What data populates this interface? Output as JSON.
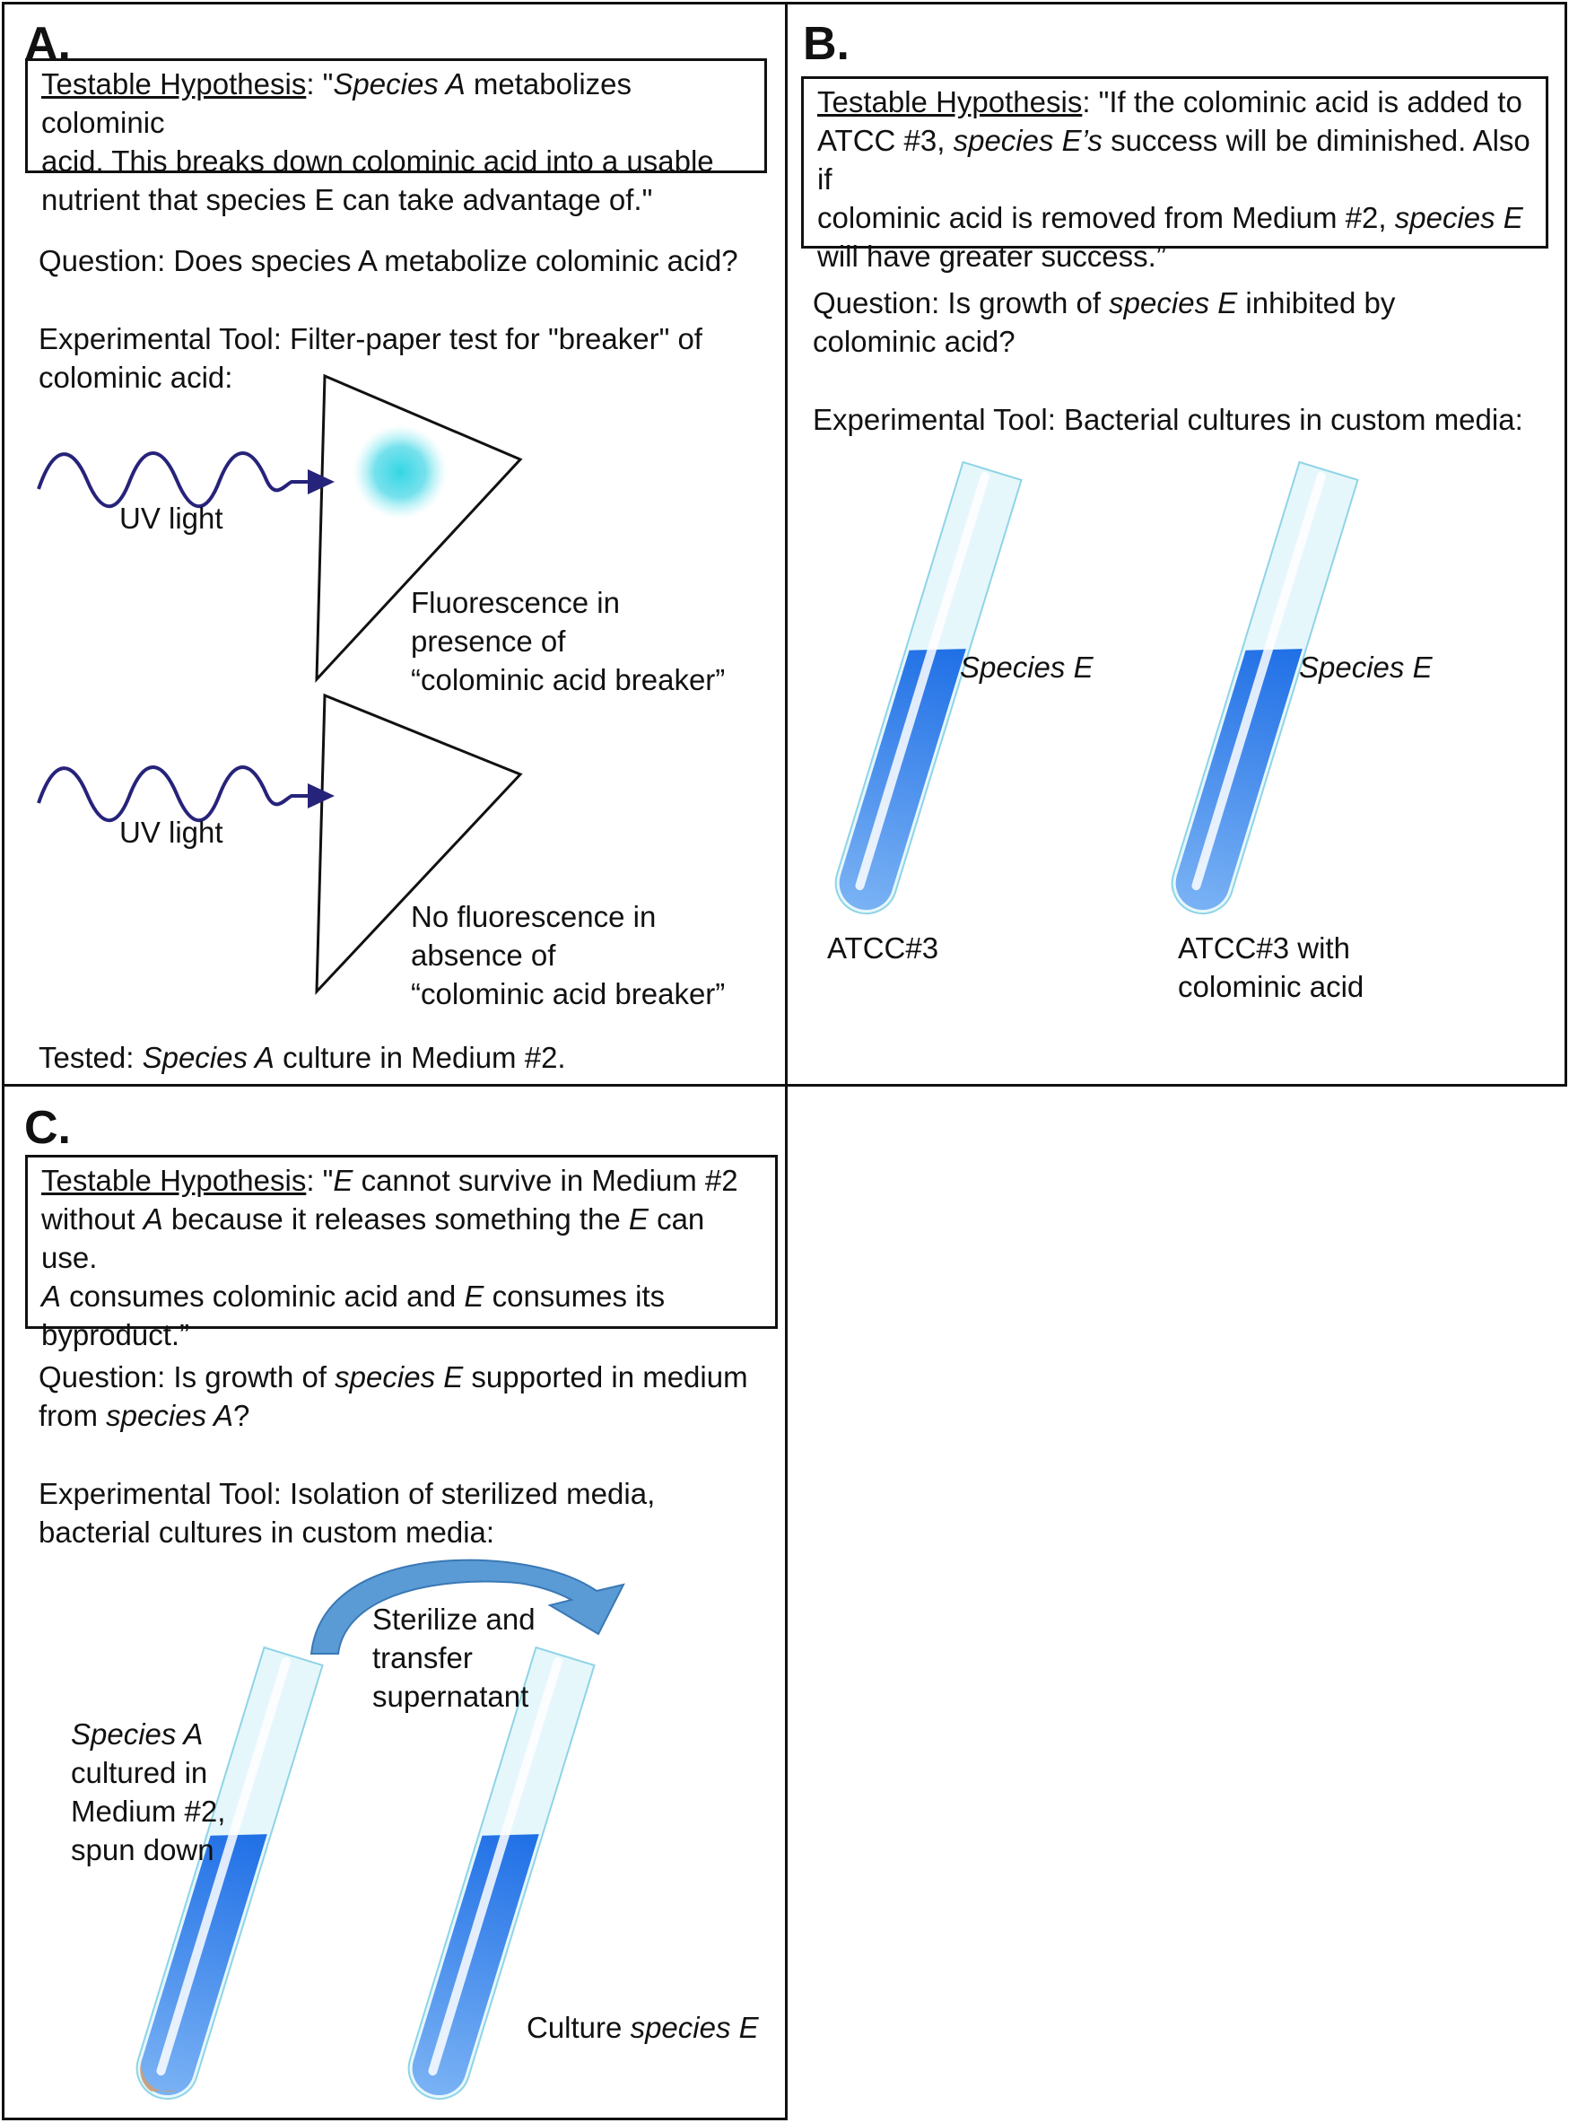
{
  "panel_a": {
    "label": "A.",
    "hypothesis_title": "Testable Hypothesis",
    "hypothesis_l1": ": \"",
    "hypothesis_l1_i": "Species A",
    "hypothesis_l1_rest": " metabolizes colominic",
    "hypothesis_l2": "acid. This breaks down colominic acid into a usable",
    "hypothesis_l3": "nutrient that species E can take advantage of.\"",
    "question": "Question: Does species A metabolize colominic acid?",
    "tool_l1": "Experimental Tool: Filter-paper test for \"breaker\" of",
    "tool_l2": "colominic acid:",
    "uv1": "UV light",
    "uv2": "UV light",
    "fluor_l1": "Fluorescence in",
    "fluor_l2": "presence of",
    "fluor_l3": "“colominic acid breaker”",
    "nofluor_l1": "No fluorescence in",
    "nofluor_l2": "absence of",
    "nofluor_l3": "“colominic acid breaker”",
    "tested_pre": "Tested: ",
    "tested_i": "Species A",
    "tested_post": " culture in Medium #2."
  },
  "panel_b": {
    "label": "B.",
    "hypothesis_title": "Testable Hypothesis",
    "hypothesis_l1": ": \"If the colominic acid is added to",
    "hypothesis_l2_pre": "ATCC #3, ",
    "hypothesis_l2_i": "species E’s",
    "hypothesis_l2_post": " success will be diminished. Also if",
    "hypothesis_l3_pre": "colominic acid is removed from Medium #2, ",
    "hypothesis_l3_i": "species E",
    "hypothesis_l4": "will have greater success.”",
    "question_pre": "Question: Is growth of ",
    "question_i": "species E",
    "question_post": " inhibited by",
    "question_l2": "colominic acid?",
    "tool": "Experimental Tool: Bacterial cultures in custom media:",
    "tube1_species": "Species E",
    "tube2_species": "Species E",
    "tube1_label": "ATCC#3",
    "tube2_label_l1": "ATCC#3 with",
    "tube2_label_l2": "colominic acid"
  },
  "panel_c": {
    "label": "C.",
    "hypothesis_title": "Testable Hypothesis",
    "hypothesis_l1_pre": ": \"",
    "hypothesis_l1_i": "E",
    "hypothesis_l1_post": " cannot survive in Medium #2",
    "hypothesis_l2_pre": "without ",
    "hypothesis_l2_i1": "A",
    "hypothesis_l2_mid": " because it releases something the ",
    "hypothesis_l2_i2": "E",
    "hypothesis_l2_post": " can use.",
    "hypothesis_l3_i1": "A",
    "hypothesis_l3_mid": " consumes colominic acid and ",
    "hypothesis_l3_i2": "E",
    "hypothesis_l3_post": " consumes its",
    "hypothesis_l4": "byproduct.”",
    "question_pre": "Question: Is growth of ",
    "question_i": "species E",
    "question_post": " supported in medium",
    "question_l2_pre": "from ",
    "question_l2_i": "species A",
    "question_l2_post": "?",
    "tool_l1": "Experimental Tool: Isolation of sterilized media,",
    "tool_l2": "bacterial cultures in custom media:",
    "arrow_l1": "Sterilize and",
    "arrow_l2": "transfer",
    "arrow_l3": "supernatant",
    "left_l1": "Species A",
    "left_l2": "cultured in",
    "left_l3": "Medium #2,",
    "left_l4": "spun down",
    "right_pre": "Culture ",
    "right_i": "species E"
  },
  "colors": {
    "uv_wave": "#26237a",
    "fluorescence": "#2fd3e0",
    "liquid": "#2f7fe6",
    "tube_glass": "#e4f6fb",
    "arrow": "#5b9bd5"
  }
}
